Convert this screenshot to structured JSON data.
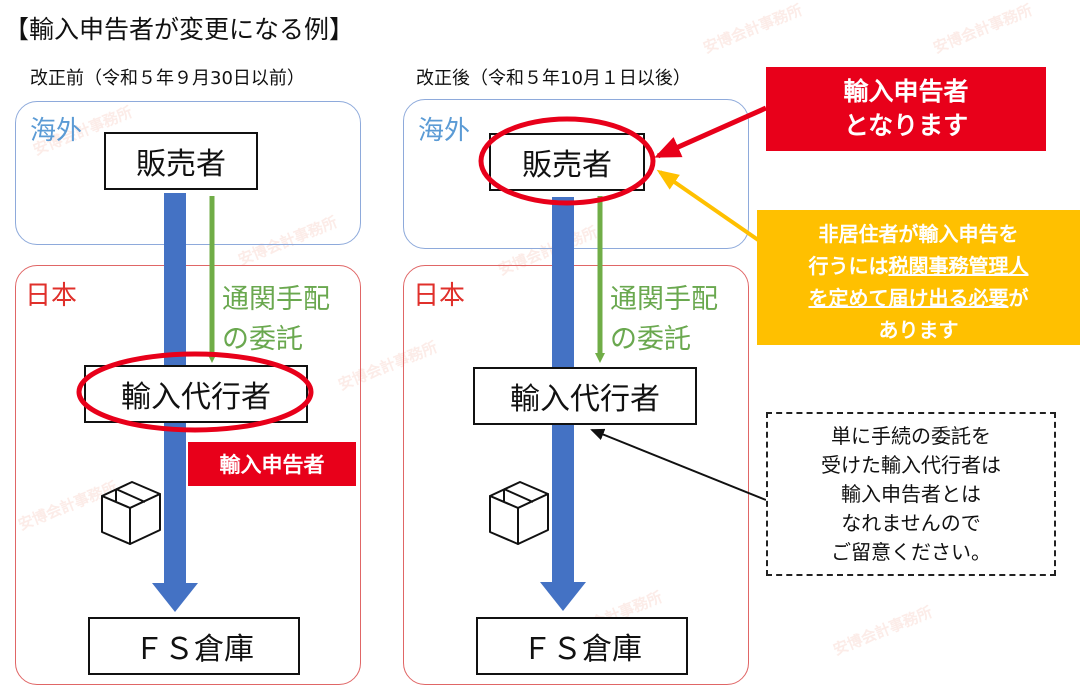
{
  "title": "【輸入申告者が変更になる例】",
  "watermark": "安博会計事務所",
  "before": {
    "heading": "改正前（令和５年９月30日以前）",
    "overseas_label": "海外",
    "japan_label": "日本",
    "seller": "販売者",
    "consign_line1": "通関手配",
    "consign_line2": "の委託",
    "agent": "輸入代行者",
    "declarant_tag": "輸入申告者",
    "warehouse": "ＦＳ倉庫"
  },
  "after": {
    "heading": "改正後（令和５年10月１日以後）",
    "overseas_label": "海外",
    "japan_label": "日本",
    "seller": "販売者",
    "consign_line1": "通関手配",
    "consign_line2": "の委託",
    "agent": "輸入代行者",
    "warehouse": "ＦＳ倉庫"
  },
  "callout_declarant": {
    "line1": "輸入申告者",
    "line2": "となります"
  },
  "callout_nonresident": {
    "line1": "非居住者が輸入申告を",
    "line2_pre": "行うには",
    "line2_ul": "税関事務管理人",
    "line3_ul": "を定めて届け出る必要",
    "line3_post": "が",
    "line4": "あります"
  },
  "callout_note": {
    "line1": "単に手続の委託を",
    "line2": "受けた輸入代行者は",
    "line3": "輸入申告者とは",
    "line4": "なれませんので",
    "line5": "ご留意ください。"
  },
  "colors": {
    "flow_arrow": "#4472c4",
    "consign_arrow": "#70ad47",
    "highlight_red": "#e8001a",
    "callout_yellow": "#ffc000",
    "overseas_border": "#8eaadb",
    "japan_border": "#e06666"
  },
  "icons": [
    "package-box-icon"
  ]
}
